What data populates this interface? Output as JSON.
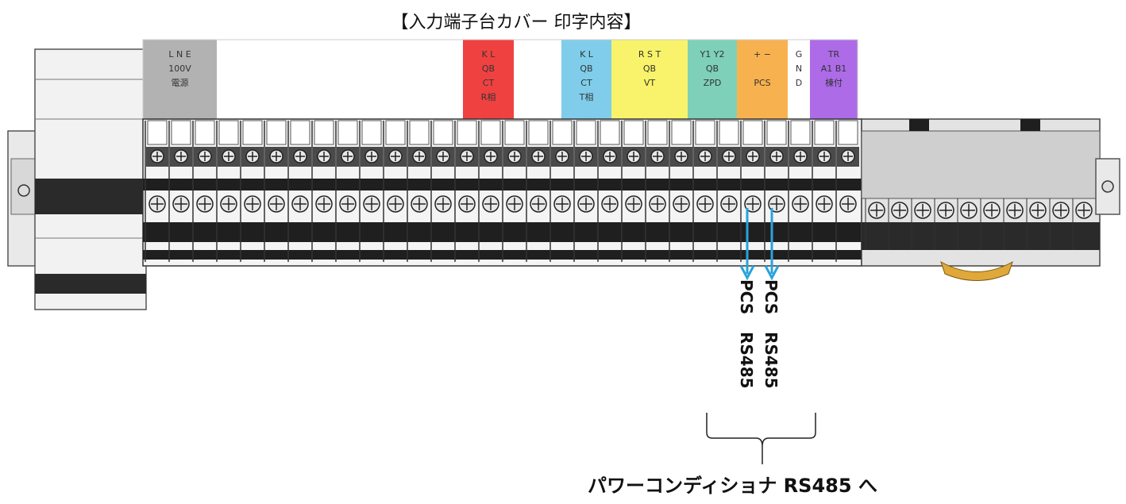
{
  "title": "【入力端子台カバー 印字内容】",
  "groups": [
    {
      "id": "power",
      "color": "#b2b2b2",
      "lines": [
        "L  N  E",
        "100V",
        "電源"
      ]
    },
    {
      "id": "blank",
      "color": "#ffffff",
      "lines": []
    },
    {
      "id": "ct-r",
      "color": "#f04141",
      "lines": [
        "K   L",
        "QB",
        "CT",
        "R相"
      ]
    },
    {
      "id": "blank2",
      "color": "#ffffff",
      "lines": []
    },
    {
      "id": "ct-t",
      "color": "#7fcdea",
      "lines": [
        "K   L",
        "QB",
        "CT",
        "T相"
      ]
    },
    {
      "id": "vt",
      "color": "#f8f36a",
      "lines": [
        "R   S   T",
        "QB",
        "VT"
      ]
    },
    {
      "id": "zpd",
      "color": "#7ed0b9",
      "lines": [
        "Y1  Y2",
        "QB",
        "ZPD"
      ]
    },
    {
      "id": "pcs",
      "color": "#f7b24f",
      "lines": [
        "+    −",
        "",
        "PCS"
      ]
    },
    {
      "id": "gnd",
      "color": "#ffffff",
      "lines": [
        "G",
        "N",
        "D"
      ]
    },
    {
      "id": "tr",
      "color": "#ad6be8",
      "lines": [
        "TR",
        "A1  B1",
        "棟付"
      ]
    }
  ],
  "arrow_labels": [
    {
      "id": "pcs-minus",
      "text1": "PCS",
      "text2": "RS485"
    },
    {
      "id": "pcs-plus",
      "text1": "PCS",
      "text2": "RS485"
    }
  ],
  "caption": "パワーコンディショナ RS485 へ",
  "colors": {
    "arrow": "#29a3dd",
    "terminal_dark": "#1f1f1f",
    "terminal_gray": "#8c8c8c"
  }
}
